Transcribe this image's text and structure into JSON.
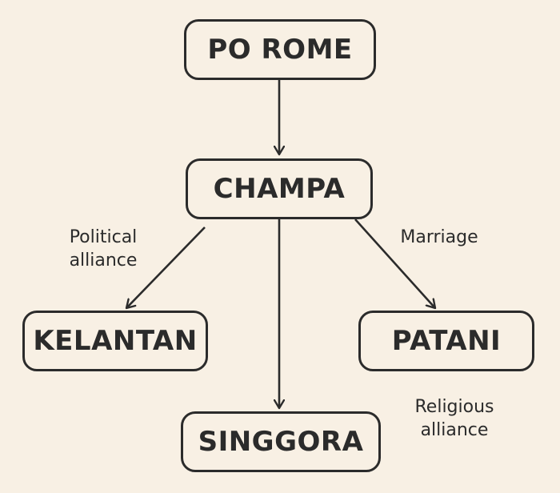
{
  "nodes": {
    "po_rome": "PO ROME",
    "champa": "CHAMPA",
    "kelantan": "KELANTAN",
    "patani": "PATANI",
    "singgora": "SINGGORA"
  },
  "edges": [
    {
      "from": "PO ROME",
      "to": "CHAMPA",
      "label": ""
    },
    {
      "from": "CHAMPA",
      "to": "KELANTAN",
      "label": "Political alliance"
    },
    {
      "from": "CHAMPA",
      "to": "SINGGORA",
      "label": ""
    },
    {
      "from": "CHAMPA",
      "to": "PATANI",
      "label": "Marriage"
    }
  ],
  "labels": {
    "political": {
      "line1": "Political",
      "line2": "alliance"
    },
    "marriage": {
      "line1": "Marriage"
    },
    "religious": {
      "line1": "Religious",
      "line2": "alliance"
    }
  },
  "colors": {
    "background": "#f8f0e4",
    "ink": "#2b2b2b"
  }
}
